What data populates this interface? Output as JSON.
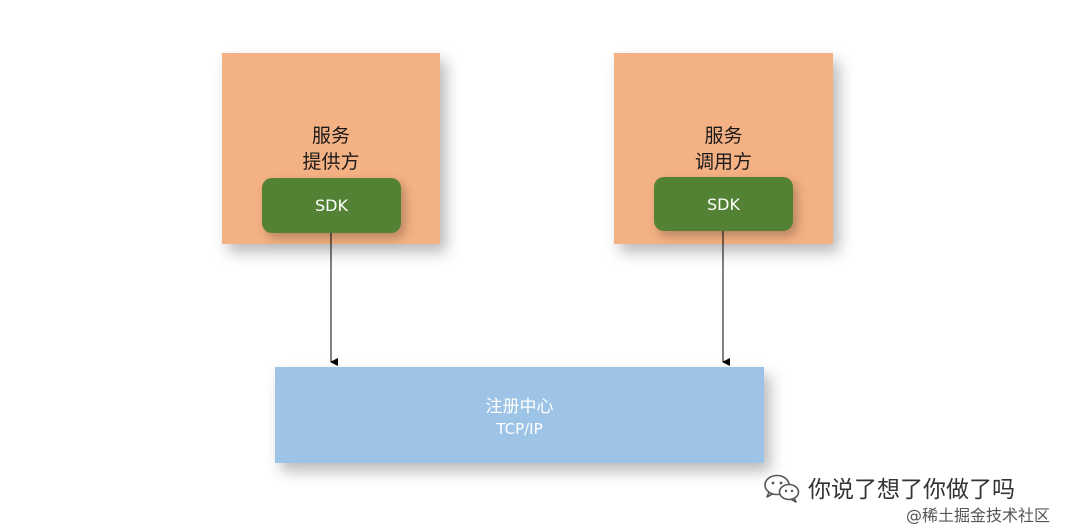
{
  "provider": {
    "title_line1": "服务",
    "title_line2": "提供方",
    "sdk_label": "SDK"
  },
  "consumer": {
    "title_line1": "服务",
    "title_line2": "调用方",
    "sdk_label": "SDK"
  },
  "registry": {
    "title": "注册中心",
    "protocol": "TCP/IP"
  },
  "watermark": {
    "channel": "你说了想了你做了吗",
    "platform": "@稀土掘金技术社区",
    "icon": "wechat-icon"
  },
  "colors": {
    "service_box": "#f4b183",
    "sdk_box": "#548235",
    "registry_box": "#9dc3e6",
    "arrow": "#000000"
  }
}
